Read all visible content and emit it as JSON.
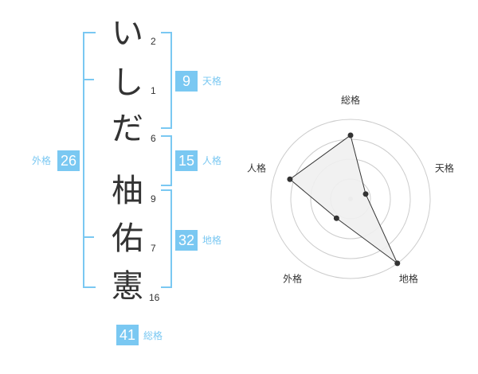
{
  "name_chars": [
    {
      "char": "い",
      "strokes": "2"
    },
    {
      "char": "し",
      "strokes": "1"
    },
    {
      "char": "だ",
      "strokes": "6"
    },
    {
      "char": "柚",
      "strokes": "9"
    },
    {
      "char": "佑",
      "strokes": "7"
    },
    {
      "char": "憲",
      "strokes": "16"
    }
  ],
  "kaku": {
    "tenkaku": {
      "value": "9",
      "label": "天格"
    },
    "jinkaku": {
      "value": "15",
      "label": "人格"
    },
    "chikaku": {
      "value": "32",
      "label": "地格"
    },
    "gaikaku": {
      "value": "26",
      "label": "外格"
    },
    "soukaku": {
      "value": "41",
      "label": "総格"
    }
  },
  "chart_data": {
    "type": "radar",
    "axes": [
      "総格",
      "天格",
      "地格",
      "外格",
      "人格"
    ],
    "values": [
      4,
      1,
      5,
      1.5,
      4
    ],
    "range": [
      0,
      5
    ],
    "rings": 4,
    "colors": {
      "fill": "#efefef",
      "stroke": "#333333",
      "grid": "#cccccc",
      "accent": "#7ac8f2"
    }
  }
}
